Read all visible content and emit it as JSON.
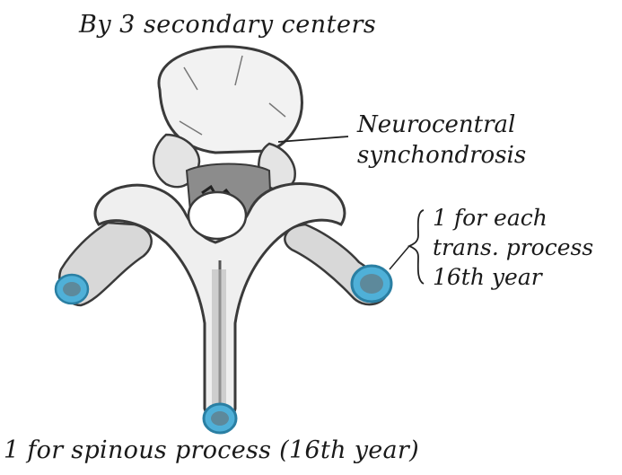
{
  "figure": {
    "title": "By 3 secondary centers",
    "labels": {
      "neurocentral": [
        "Neurocentral",
        "synchondrosis"
      ],
      "transverse": [
        "1 for each",
        "trans. process",
        "16th year"
      ],
      "spinous": "1 for spinous process (16th year)"
    },
    "colors": {
      "ossification_center": "#4fb0d8",
      "bone_outline": "#3a3a3a",
      "bone_fill": "#f2f2f2",
      "bone_shade": "#9a9a9a"
    }
  }
}
